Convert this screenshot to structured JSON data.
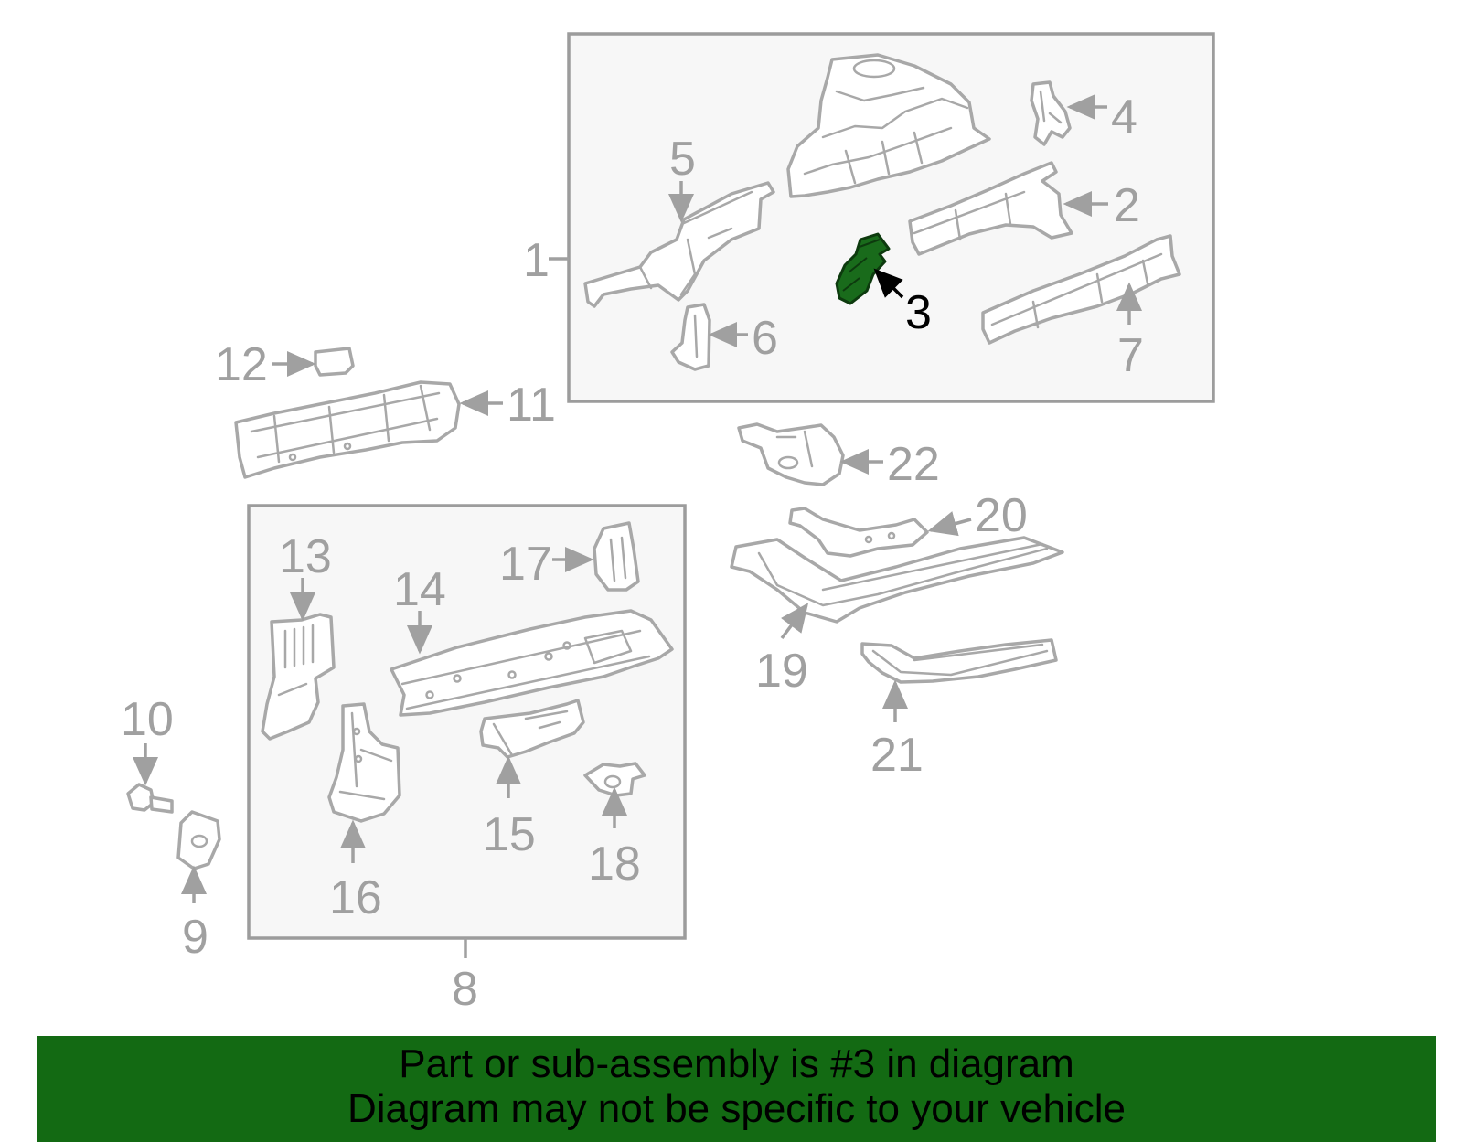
{
  "diagram": {
    "highlighted_part": "3",
    "highlight_color": "#196b1b",
    "line_color": "#a8a8a8",
    "callouts": {
      "c1": "1",
      "c2": "2",
      "c3": "3",
      "c4": "4",
      "c5": "5",
      "c6": "6",
      "c7": "7",
      "c8": "8",
      "c9": "9",
      "c10": "10",
      "c11": "11",
      "c12": "12",
      "c13": "13",
      "c14": "14",
      "c15": "15",
      "c16": "16",
      "c17": "17",
      "c18": "18",
      "c19": "19",
      "c20": "20",
      "c21": "21",
      "c22": "22"
    }
  },
  "banner": {
    "background": "#136a13",
    "line1": "Part or sub-assembly is #3 in diagram",
    "line2": "Diagram may not be specific to your vehicle"
  }
}
